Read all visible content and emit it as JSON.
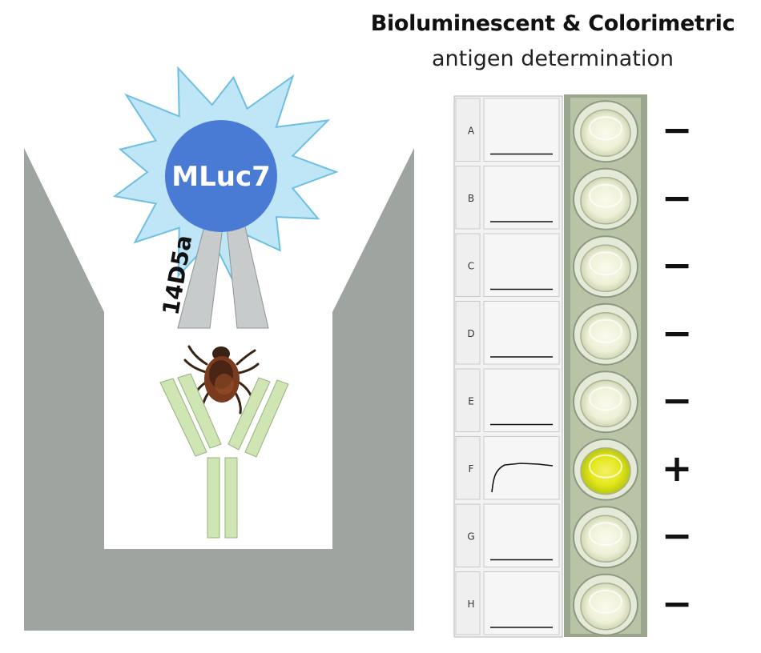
{
  "title": {
    "line1": "Bioluminescent & Colorimetric",
    "line2": "antigen determination"
  },
  "diagram": {
    "enzyme_label": "MLuc7",
    "antibody_label": "14D5a"
  },
  "colors": {
    "cup": "#9ea5a1",
    "enzyme": "#4a7bd4",
    "glow": "#bfe6f6",
    "glow_stroke": "#6fbfe0",
    "detection_antibody": "#c8cbcb",
    "capture_antibody": "#cfe6b4",
    "positive_well": "#e6ea1a",
    "negative_well": "#eff2d2"
  },
  "wells": [
    {
      "row": "A",
      "result": "−",
      "signal": "flat"
    },
    {
      "row": "B",
      "result": "−",
      "signal": "flat"
    },
    {
      "row": "C",
      "result": "−",
      "signal": "flat"
    },
    {
      "row": "D",
      "result": "−",
      "signal": "flat"
    },
    {
      "row": "E",
      "result": "−",
      "signal": "flat"
    },
    {
      "row": "F",
      "result": "+",
      "signal": "rise"
    },
    {
      "row": "G",
      "result": "−",
      "signal": "flat"
    },
    {
      "row": "H",
      "result": "−",
      "signal": "flat"
    }
  ]
}
